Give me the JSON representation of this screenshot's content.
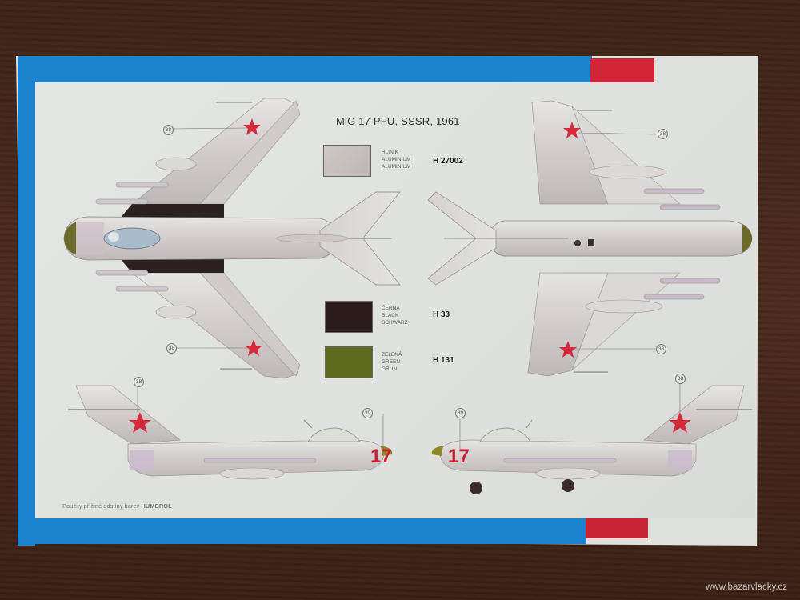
{
  "sheet": {
    "title": "MiG 17 PFU, SSSR, 1961",
    "footer_note_prefix": "Použity příčiné odstíny barev ",
    "footer_note_brand": "HUMBROL"
  },
  "colors": [
    {
      "names": [
        "HLINIK",
        "ALUMINIUM",
        "ALUMINIUM"
      ],
      "code": "H 27002",
      "hex": "#c8c2bf"
    },
    {
      "names": [
        "ČERNÁ",
        "BLACK",
        "SCHWARZ"
      ],
      "code": "H 33",
      "hex": "#2a1a1a"
    },
    {
      "names": [
        "ZELENÁ",
        "GREEN",
        "GRÜN"
      ],
      "code": "H 131",
      "hex": "#5d6a1e"
    }
  ],
  "callouts": {
    "star": "38",
    "number": "39"
  },
  "aircraft": {
    "side_number": "17",
    "views": [
      "top-view",
      "bottom-view",
      "left-side-view",
      "right-side-view"
    ]
  },
  "box_colors": {
    "blue": "#1c84cf",
    "red": "#d22638"
  },
  "watermark": "www.bazarvlacky.cz"
}
